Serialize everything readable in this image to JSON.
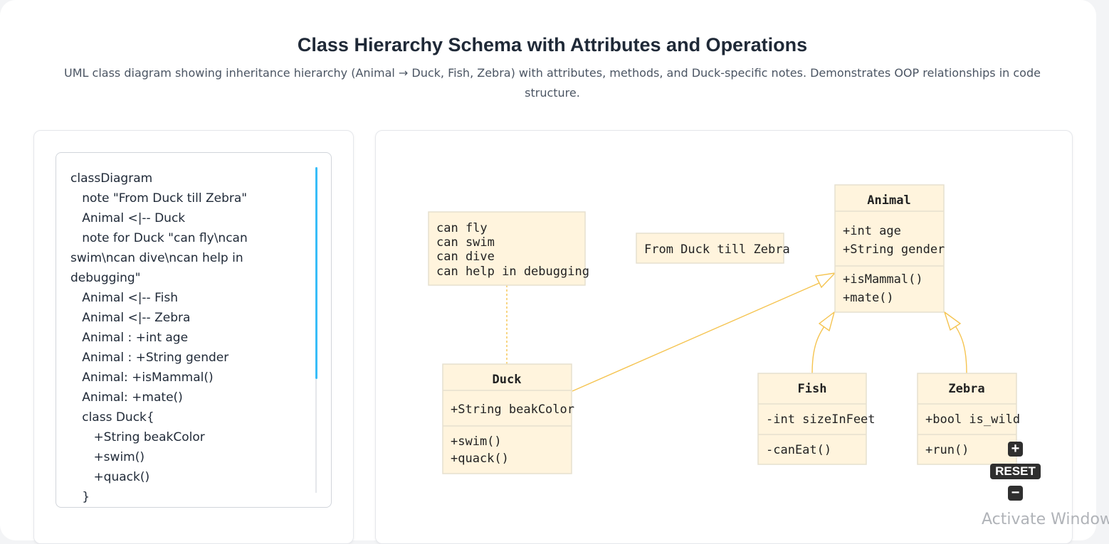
{
  "header": {
    "title": "Class Hierarchy Schema with Attributes and Operations",
    "subtitle": "UML class diagram showing inheritance hierarchy (Animal → Duck, Fish, Zebra) with attributes, methods, and Duck-specific notes. Demonstrates OOP relationships in code structure."
  },
  "editor": {
    "code": "classDiagram\n   note \"From Duck till Zebra\"\n   Animal <|-- Duck\n   note for Duck \"can fly\\ncan swim\\ncan dive\\ncan help in debugging\"\n   Animal <|-- Fish\n   Animal <|-- Zebra\n   Animal : +int age\n   Animal : +String gender\n   Animal: +isMammal()\n   Animal: +mate()\n   class Duck{\n      +String beakColor\n      +swim()\n      +quack()\n   }"
  },
  "diagram": {
    "classes": {
      "animal": {
        "name": "Animal",
        "attr1": "+int age",
        "attr2": "+String gender",
        "op1": "+isMammal()",
        "op2": "+mate()"
      },
      "duck": {
        "name": "Duck",
        "attr1": "+String beakColor",
        "op1": "+swim()",
        "op2": "+quack()"
      },
      "fish": {
        "name": "Fish",
        "attr1": "-int sizeInFeet",
        "op1": "-canEat()"
      },
      "zebra": {
        "name": "Zebra",
        "attr1": "+bool is_wild",
        "op1": "+run()"
      }
    },
    "notes": {
      "general": "From Duck till Zebra",
      "duck_line1": "can fly",
      "duck_line2": "can swim",
      "duck_line3": "can dive",
      "duck_line4": "can help in debugging"
    },
    "colors": {
      "box_fill": "#fff4dd",
      "box_stroke": "#e6e0cf",
      "relation": "#f5c451"
    }
  },
  "controls": {
    "zoom_in": "+",
    "reset": "RESET",
    "zoom_out": "−"
  },
  "watermark": "Activate Window"
}
